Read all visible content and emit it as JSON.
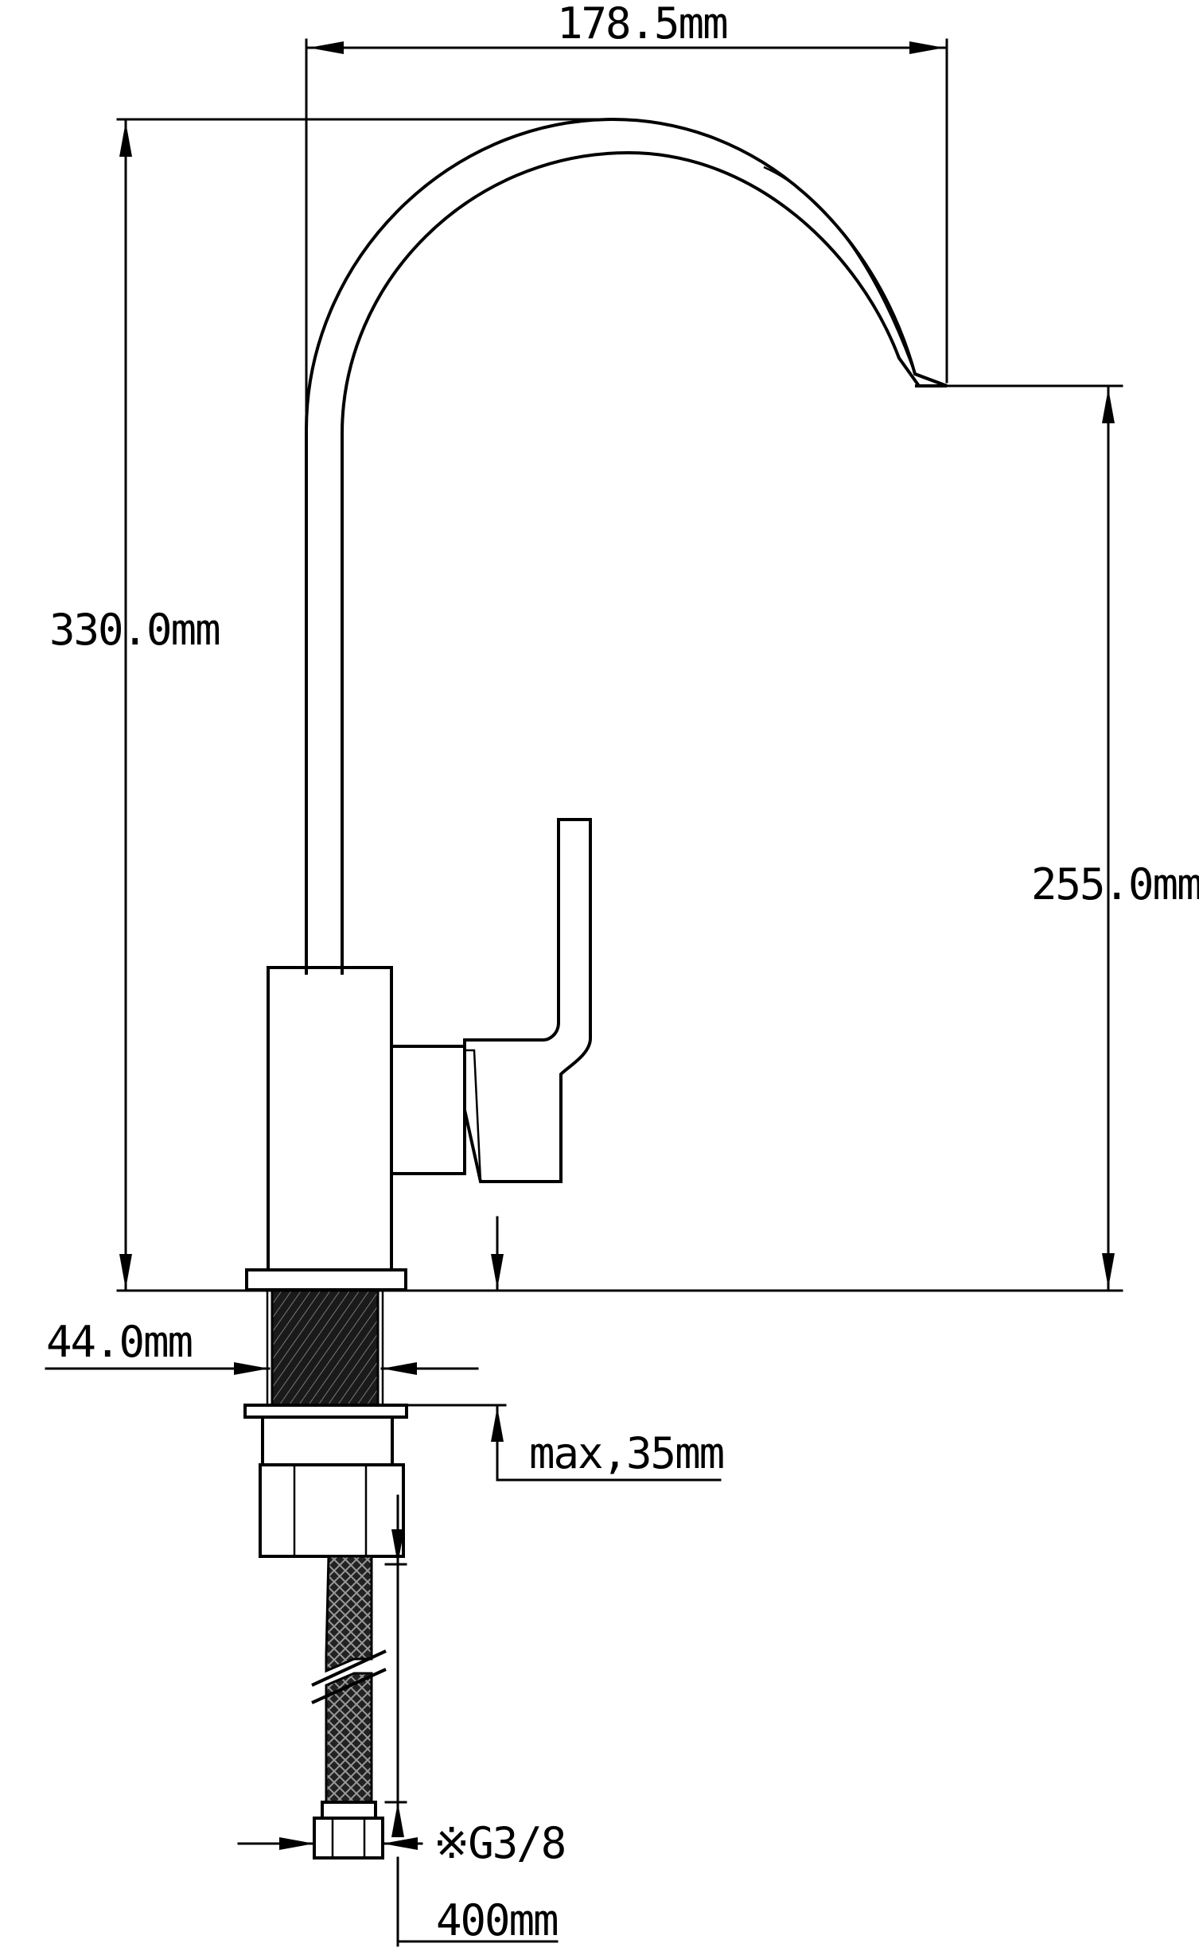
{
  "dimensions": {
    "spout_reach": "178.5mm",
    "total_height": "330.0mm",
    "spout_height": "255.0mm",
    "thread_diameter": "44.0mm",
    "max_counter_thickness": "max,35mm",
    "hose_connection": "※G3/8",
    "hose_length": "400mm"
  }
}
